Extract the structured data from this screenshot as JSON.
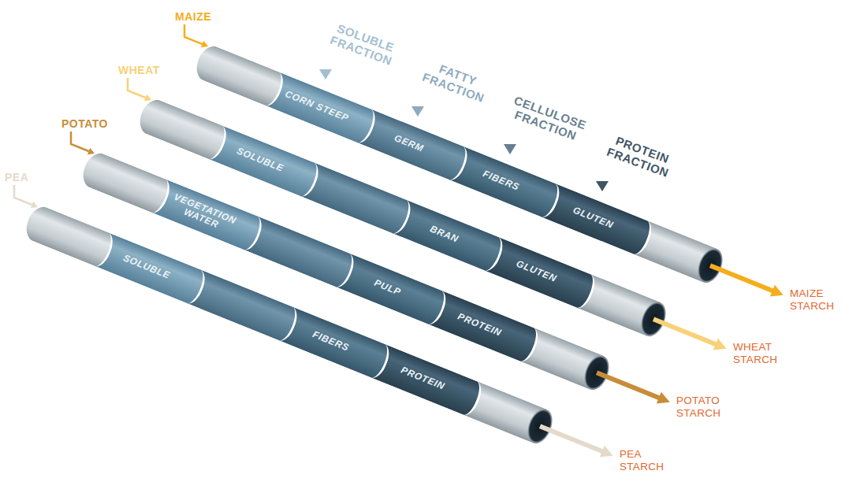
{
  "diagram": {
    "nodes": [
      {
        "text": [
          "CORN STEEP"
        ]
      },
      {
        "text": [
          "GERM"
        ]
      },
      {
        "text": [
          "FIBERS"
        ]
      },
      {
        "text": [
          "GLUTEN"
        ]
      },
      {
        "text": [
          "SOLUBLE"
        ]
      },
      {
        "text": [
          "BRAN"
        ]
      },
      {
        "text": [
          "GLUTEN"
        ]
      },
      {
        "text": [
          "VEGETATION WATER"
        ]
      },
      {
        "text": [
          "PULP"
        ]
      },
      {
        "text": [
          "PROTEIN"
        ]
      },
      {
        "text": [
          "SOLUBLE"
        ]
      },
      {
        "text": [
          "FIBERS"
        ]
      },
      {
        "text": [
          "PROTEIN"
        ]
      }
    ],
    "labels": [
      "MAIZE",
      "WHEAT",
      "POTATO",
      "PEA",
      "SOLUBLE FRACTION",
      "FATTY FRACTION",
      "CELLULOSE FRACTION",
      "PROTEIN FRACTION",
      "MAIZE STARCH",
      "WHEAT STARCH",
      "POTATO STARCH",
      "PEA STARCH"
    ]
  }
}
